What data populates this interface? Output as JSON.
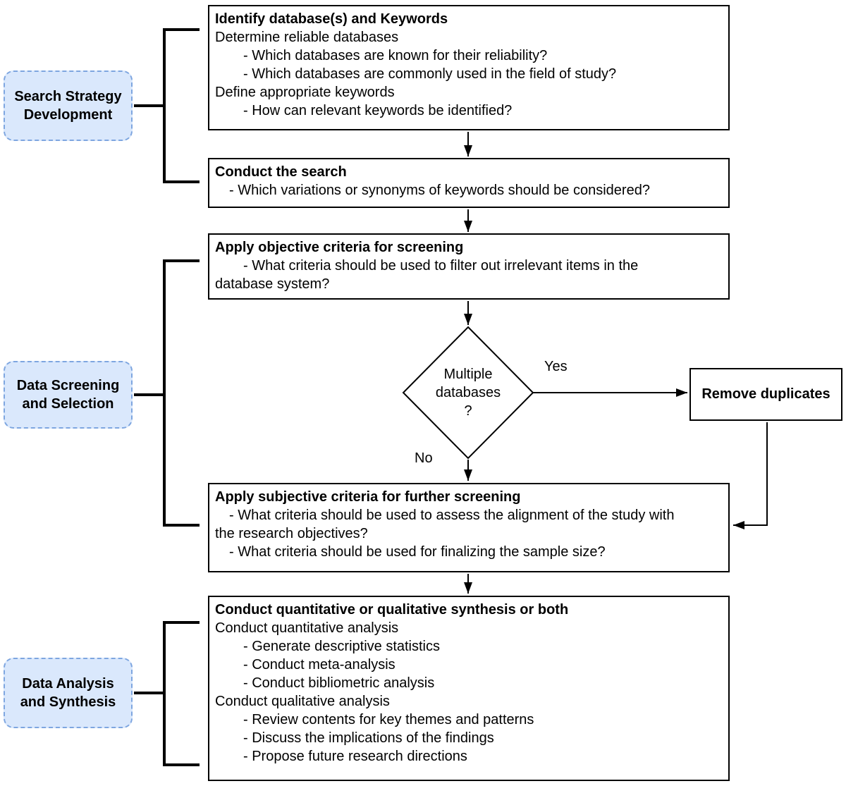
{
  "phases": [
    {
      "id": "search-strategy-development",
      "lines": [
        {
          "text": "Search Strategy"
        },
        {
          "text": "Development"
        }
      ]
    },
    {
      "id": "data-screening-and-selection",
      "lines": [
        {
          "text": "Data Screening"
        },
        {
          "text": "and Selection"
        }
      ]
    },
    {
      "id": "data-analysis-and-synthesis",
      "lines": [
        {
          "text": "Data Analysis"
        },
        {
          "text": "and Synthesis"
        }
      ]
    }
  ],
  "boxes": {
    "identify": {
      "lines": [
        {
          "text": "Identify database(s) and Keywords",
          "bold": true
        },
        {
          "text": "Determine reliable databases"
        },
        {
          "text": "- Which databases are known for their reliability?",
          "indent": 2
        },
        {
          "text": "- Which databases are commonly used in the field of study?",
          "indent": 2
        },
        {
          "text": "Define appropriate keywords"
        },
        {
          "text": "- How can relevant keywords be identified?",
          "indent": 2
        }
      ]
    },
    "conduct_search": {
      "lines": [
        {
          "text": "Conduct the search",
          "bold": true
        },
        {
          "text": "- Which variations or synonyms of keywords should be considered?",
          "indent": 1
        }
      ]
    },
    "objective_screening": {
      "lines": [
        {
          "text": "Apply objective criteria for screening",
          "bold": true
        },
        {
          "text": "- What criteria should be used to filter out irrelevant items in the",
          "indent": 2
        },
        {
          "text": "database system?"
        }
      ]
    },
    "subjective_screening": {
      "lines": [
        {
          "text": "Apply subjective criteria for further screening",
          "bold": true
        },
        {
          "text": "- What criteria should be used to assess the alignment of the study with",
          "indent": 1
        },
        {
          "text": "the research objectives?"
        },
        {
          "text": "- What criteria should be used for finalizing the sample size?",
          "indent": 1
        }
      ]
    },
    "synthesis": {
      "lines": [
        {
          "text": "Conduct quantitative or qualitative synthesis or both",
          "bold": true
        },
        {
          "text": "Conduct quantitative analysis"
        },
        {
          "text": "- Generate descriptive statistics",
          "indent": 2
        },
        {
          "text": "- Conduct meta-analysis",
          "indent": 2
        },
        {
          "text": "- Conduct bibliometric analysis",
          "indent": 2
        },
        {
          "text": "Conduct qualitative analysis"
        },
        {
          "text": "- Review contents for key themes and patterns",
          "indent": 2
        },
        {
          "text": "- Discuss the implications of the findings",
          "indent": 2
        },
        {
          "text": "- Propose future research directions",
          "indent": 2
        }
      ]
    }
  },
  "decision": {
    "lines": [
      {
        "text": "Multiple"
      },
      {
        "text": "databases"
      },
      {
        "text": "?"
      }
    ]
  },
  "remove_duplicates": {
    "label": "Remove duplicates"
  },
  "edge_labels": {
    "yes": "Yes",
    "no": "No"
  },
  "colors": {
    "phase_fill": "#dae8fc",
    "phase_border": "#7ea6e0",
    "line": "#000000",
    "box_fill": "#ffffff",
    "text": "#000000"
  }
}
